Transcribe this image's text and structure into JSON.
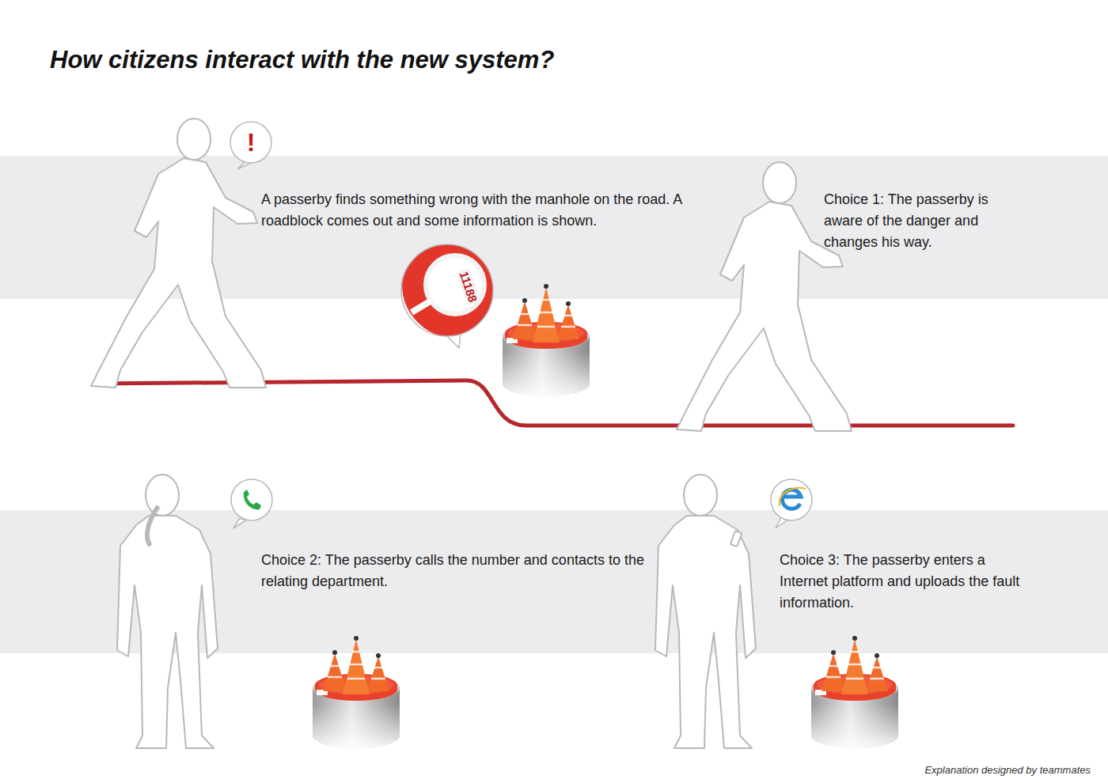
{
  "diagram": {
    "title": "How citizens interact with the new system?",
    "nodes": [
      {
        "text": [
          "A passerby finds something wrong with the manhole on the road. A roadblock comes out and some information is shown.",
          "Choice 1: The passerby is aware of the danger and changes his way."
        ]
      },
      {
        "text": [
          "Choice 2: The passerby calls the number and contacts to the relating department.",
          "Choice 3: The passerby enters a Internet platform and uploads the fault information."
        ]
      }
    ],
    "labels": [
      "!",
      "11188",
      "Explanation designed by teammates"
    ]
  }
}
